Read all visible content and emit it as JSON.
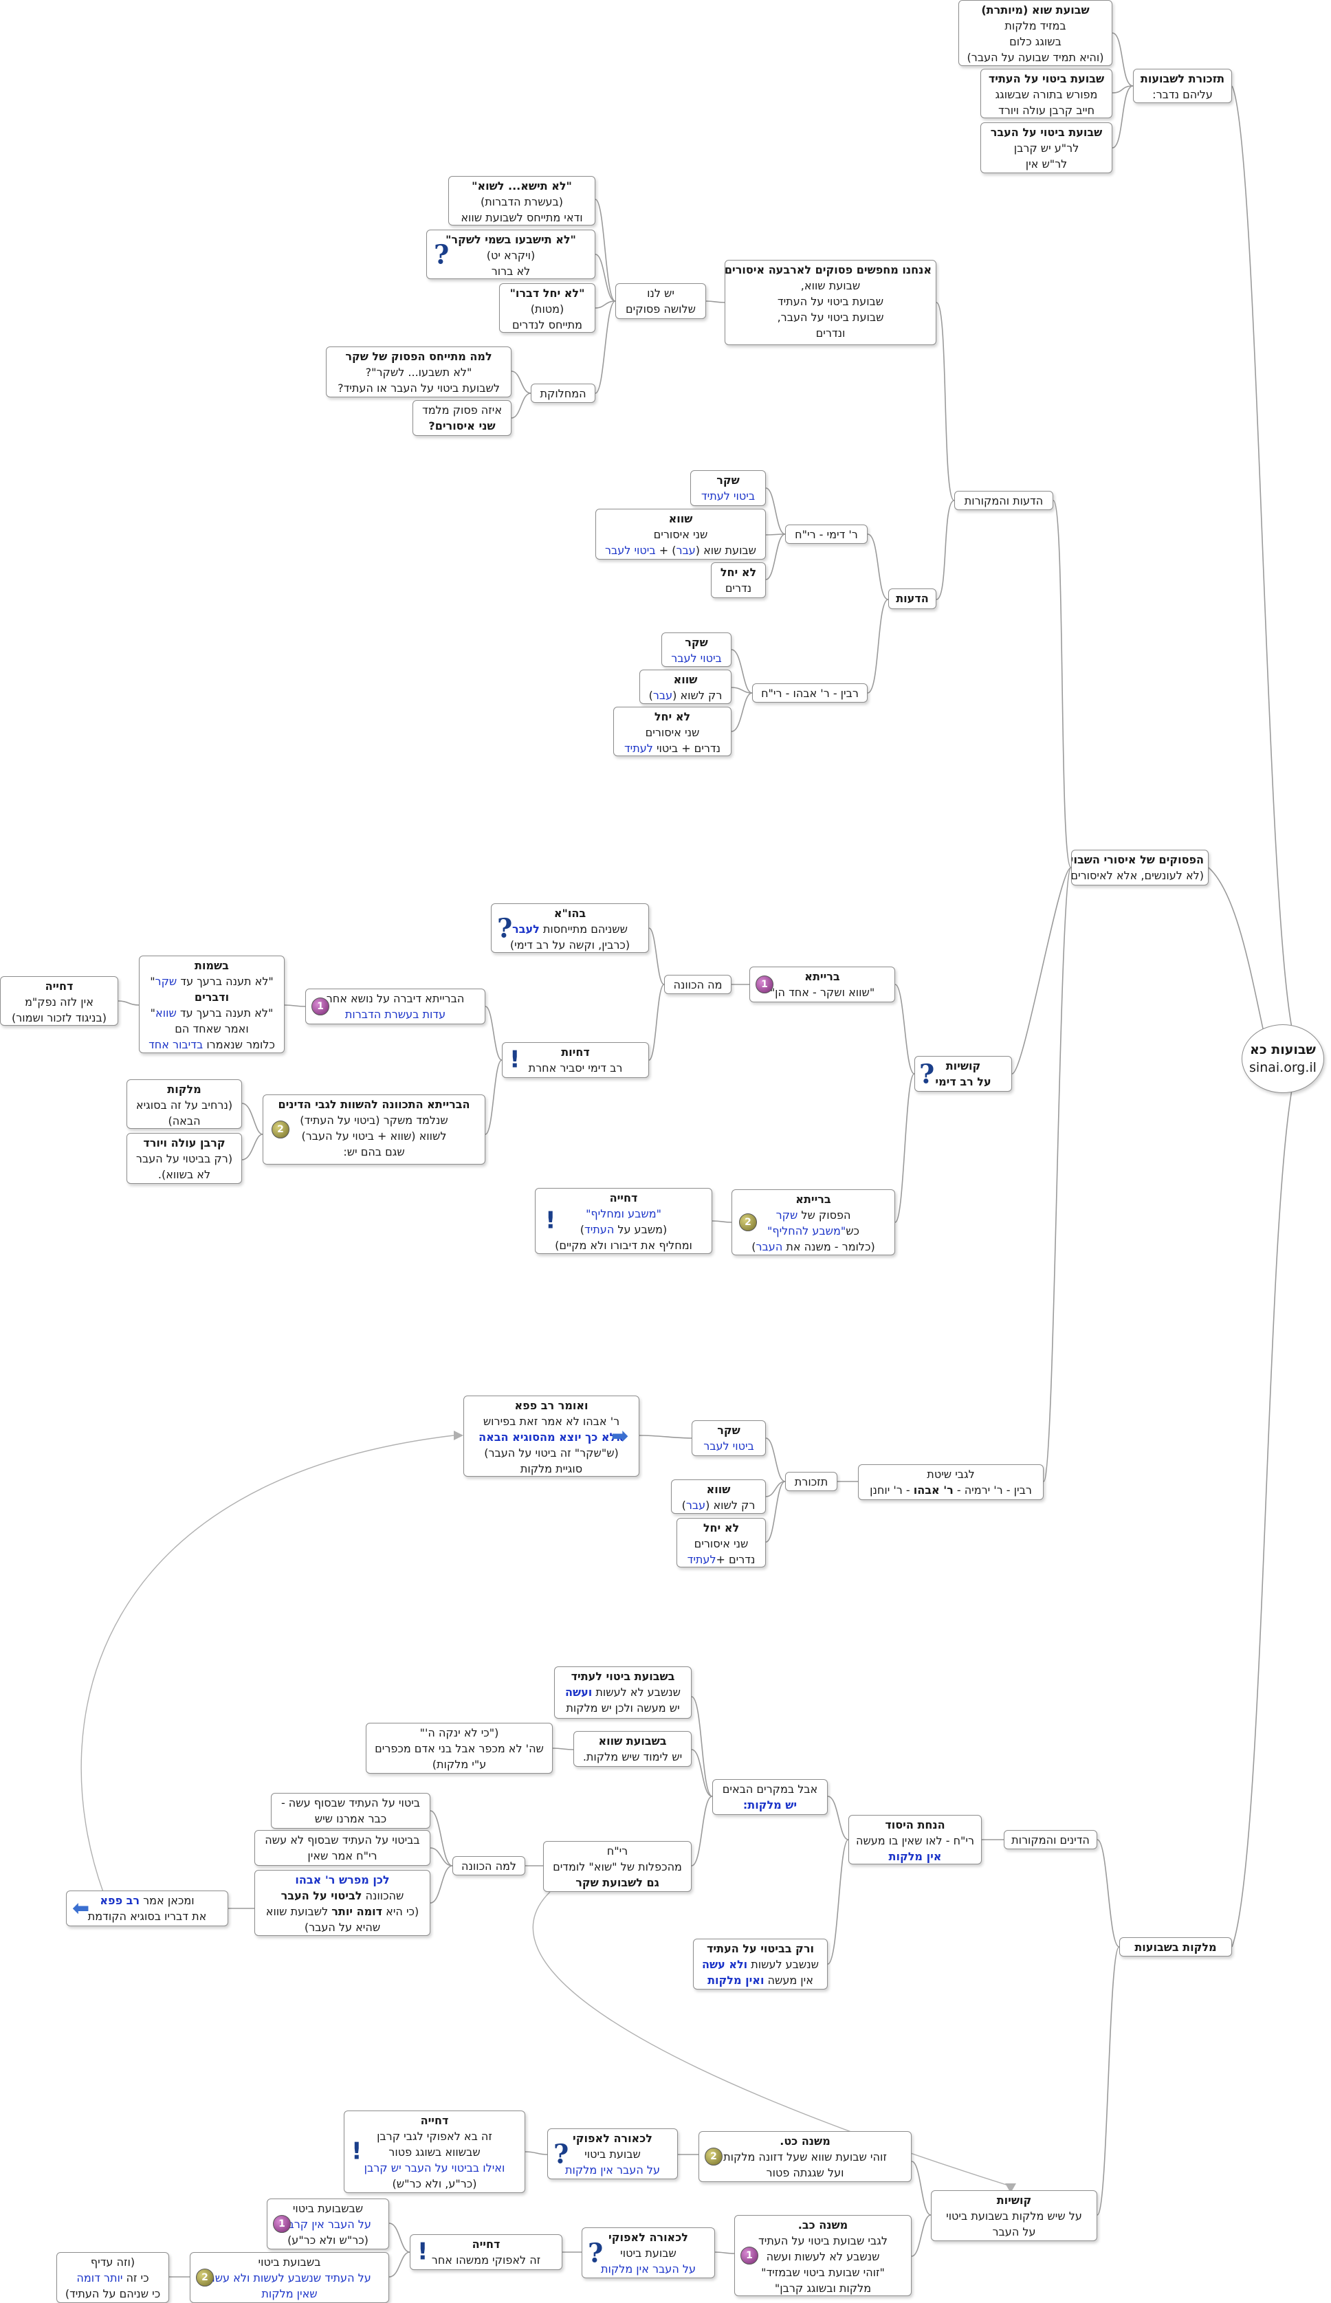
{
  "root": {
    "title": "שבועות כא",
    "site": "sinai.org.il"
  },
  "n1": {
    "title": "תזכורת לשבועות",
    "line1": "עליהם נדבר:"
  },
  "n2": {
    "title": "שבועת שוא (מיותרת)",
    "line1": "במזיד מלקות",
    "line2": "בשוגג כלום",
    "line3": "(והיא תמיד שבועה על העבר)"
  },
  "n3": {
    "title": "שבועת ביטוי על העתיד",
    "line1": "מפורש בתורה שבשוגג",
    "line2": "חייב קרבן עולה ויורד"
  },
  "n4": {
    "title": "שבועת ביטוי על העבר",
    "line1": "לר\"ע יש קרבן",
    "line2": "לר\"ש אין"
  },
  "n5": {
    "title": "הפסוקים של איסורי השבועות",
    "line1": "(לא לעונשים, אלא לאיסורים)"
  },
  "n6": {
    "title": "הדעות והמקורות"
  },
  "n7": {
    "title": "אנחנו מחפשים פסוקים לארבעה איסורים",
    "line1": "שבועת שווא,",
    "line2": "שבועת ביטוי על העתיד",
    "line3": "שבועת ביטוי על העבר,",
    "line4": "ונדרים"
  },
  "n8": {
    "title": "יש לנו",
    "line1": "שלושה פסוקים"
  },
  "n9": {
    "title": "\"לא תישא... לשוא\"",
    "line1": "(בעשרת הדברות)",
    "line2": "ודאי מתייחס לשבועת שווא"
  },
  "n10": {
    "title": "\"לא תישבעו בשמי לשקר\"",
    "line1": "(ויקרא יט)",
    "line2": "לא ברור"
  },
  "n11": {
    "title": "\"לא יחל דברו\"",
    "line1": "(מטות)",
    "line2": "מתייחס לנדרים"
  },
  "n12": {
    "title": "המחלוקת"
  },
  "n13": {
    "title": "למה מתייחס הפסוק של שקר",
    "line1": "\"לא תשבעו... לשקר\"?",
    "line2": "לשבועת ביטוי על העבר או העתיד?"
  },
  "n14": {
    "title": "איזה פסוק מלמד",
    "line1": "שני איסורים?"
  },
  "n15": {
    "title": "הדעות"
  },
  "n16": {
    "title": "ר' דימי - רי\"ח"
  },
  "n17": {
    "title": "שקר",
    "line1": "ביטוי לעתיד"
  },
  "n18": {
    "title": "שווא",
    "line1": "שני איסורים",
    "line2a": "שבועת שוא (",
    "line2b": "עבר",
    "line2c": ") + ",
    "line2d": "ביטוי לעבר"
  },
  "n19": {
    "title": "לא יחל",
    "line1": "נדרים"
  },
  "n20": {
    "title": "רבין - ר' אבהו - רי\"ח"
  },
  "n21": {
    "title": "שקר",
    "line1": "ביטוי לעבר"
  },
  "n22": {
    "title": "שווא",
    "line1a": "רק לשוא (",
    "line1b": "עבר",
    "line1c": ")"
  },
  "n23": {
    "title": "לא יחל",
    "line1": "שני איסורים",
    "line2a": "נדרים + ביטוי ",
    "line2b": "לעתיד"
  },
  "n24": {
    "title": "קושיות",
    "line1": "על רב דימי"
  },
  "n25": {
    "title": "ברייתא",
    "line1": "\"שווא ושקר - אחד הן\""
  },
  "n26": {
    "title": "מה הכוונה"
  },
  "n27": {
    "title": "בהו\"א",
    "line1a": "ששניהם מתייחסות ",
    "line1b": "לעבר",
    "line2": "(כרבין, וקשה על רב דימי)"
  },
  "n28": {
    "title": "דחיות",
    "line1": "רב דימי יסביר אחרת"
  },
  "n29": {
    "line1": "הברייתא דיברה על נושא אחר",
    "line2": "עדות בעשרת הדברות"
  },
  "n30": {
    "title": "בשמות",
    "line1a": "\"לא תענה ברעך עד ",
    "line1b": "שקר",
    "line1c": "\"",
    "line2": "ודברים",
    "line3a": "\"לא תענה ברעך עד ",
    "line3b": "שווא",
    "line3c": "\"",
    "line4": "ואמר שאחד הם",
    "line5a": "כלומר שנאמרו ",
    "line5b": "בדיבור אחד"
  },
  "n31": {
    "title": "דחייה",
    "line1": "אין לזה נפק\"מ",
    "line2": "(בניגוד לזכור ושמור)"
  },
  "n32": {
    "title": "הברייתא התכוונה להשוות לגבי הדינים",
    "line1": "שנלמד משקר (ביטוי על העתיד)",
    "line2": "לשווא (שווא + ביטוי על העבר)",
    "line3": "שגם בהם יש:"
  },
  "n33": {
    "title": "מלקות",
    "line1": "(נרחיב על זה בסוגיא",
    "line2": "הבאה)"
  },
  "n34": {
    "title": "קרבן עולה ויורד",
    "line1": "(רק בביטוי על העבר",
    "line2": "לא בשווא)."
  },
  "n35": {
    "title": "ברייתא",
    "line1a": "הפסוק של ",
    "line1b": "שקר",
    "line2a": "כש",
    "line2b": "\"משבע להחליף\"",
    "line3a": "(כלומר - משנה את ",
    "line3b": "העבר",
    "line3c": ")"
  },
  "n36": {
    "title": "דחייה",
    "line1": "\"משבע ומחליף\"",
    "line2a": "(משבע על ",
    "line2b": "העתיד",
    "line3": "ומחליף את דיבורו ולא מקיים)"
  },
  "n37": {
    "line1": "לגבי שיטת",
    "line2": "רבין - ר' ירמיה -",
    "line2b": "ר' אבהו",
    "line2c": "- ר' יוחנן"
  },
  "n38": {
    "title": "תזכורת"
  },
  "n39": {
    "title": "שקר",
    "line1": "ביטוי לעבר"
  },
  "n40": {
    "title": "שווא",
    "line1a": "רק לשוא (",
    "line1b": "עבר",
    "line1c": ")"
  },
  "n41": {
    "title": "לא יחל",
    "line1": "שני איסורים",
    "line2a": "נדרים +",
    "line2b": "לעתיד"
  },
  "n42": {
    "title": "ואומר רב פפא",
    "line1": "ר' אבהו לא אמר זאת בפירוש",
    "line2": "אלא כך יוצא מהסוגיא הבאה",
    "line3": "(ש\"שקר\" זה ביטוי על העבר)",
    "line4": "סוגיית מלקות"
  },
  "n43": {
    "title": "מלקות בשבועות"
  },
  "n44": {
    "title": "הדינים והמקורות"
  },
  "n45": {
    "title": "הנחת היסוד",
    "line1": "רי\"ח - לאו שאין בו מעשה",
    "line2": "אין מלקות"
  },
  "n46": {
    "line1": "אבל במקרים הבאים",
    "line2": "יש מלקות:"
  },
  "n47": {
    "title": "בשבועת ביטוי לעתיד",
    "line1a": "שנשבע לא לעשות ",
    "line1b": "ועשה",
    "line2": "יש מעשה ולכן יש מלקות"
  },
  "n48": {
    "title": "בשבועת שווא",
    "line1": "יש לימוד שיש מלקות."
  },
  "n49": {
    "line1": "(\"כי לא ינקה ה'\"",
    "line2": "שה' לא מכפר אבל בני אדם מכפרים",
    "line3": "ע\"י מלקות)"
  },
  "n50": {
    "title": "ורק בביטוי על העתיד",
    "line1a": "שנשבע לעשות ",
    "line1b": "ולא עשה",
    "line2a": "אין מעשה ",
    "line2b": "ואין מלקות"
  },
  "n51": {
    "title": "רי\"ח",
    "line1": "מהכפלות של \"שוא\" לומדים",
    "line2": "גם לשבועת שקר"
  },
  "n52": {
    "title": "למה הכוונה"
  },
  "n53": {
    "line1": "ביטוי על העתיד שבסוף עשה -",
    "line2": "כבר אמרנו שיש"
  },
  "n54": {
    "line1": "בביטוי על העתיד שבסוף לא עשה",
    "line2": "רי\"ח אמר שאין"
  },
  "n55": {
    "title": "לכן מפרש ר' אבהו",
    "line1a": "שהכוונה ",
    "line1b": "לביטוי על העבר",
    "line2a": "(כי היא ",
    "line2b": "דומה יותר",
    "line2c": " לשבועת שווא",
    "line3": "שהיא על העבר)"
  },
  "n56": {
    "line1a": "ומכאן אמר ",
    "line1b": "רב פפא",
    "line2": "את דבריו בסוגיא הקודמת"
  },
  "n57": {
    "title": "קושיות",
    "line1": "על שיש מלקות בשבועת ביטוי",
    "line2": "על העבר"
  },
  "n58": {
    "title": "משנה כט.",
    "line1": "זוהי שבועת שווא שעל דזונה מלקות",
    "line2": "ועל שגגתה פטור"
  },
  "n59": {
    "title": "לכאורה לאפוקי",
    "line1": "שבועת ביטוי",
    "line2": "על העבר אין מלקות"
  },
  "n60": {
    "title": "דחייה",
    "line1": "זה בא לאפוקי לגבי קרבן",
    "line2": "שבשווא בשוגג פטור",
    "line3": "ואילו בביטוי על העבר יש קרבן",
    "line4": "(כר\"ע, ולא כר\"ש)"
  },
  "n61": {
    "title": "משנה כב.",
    "line1": "לגבי שבועת ביטוי על העתיד",
    "line2": "שנשבע לא לעשות ועשה",
    "line3": "\"זוהי שבועת ביטוי שבמזיד\"",
    "line4": "מלקות ובשוגג קרבן\""
  },
  "n62": {
    "title": "לכאורה לאפוקי",
    "line1": "שבועת ביטוי",
    "line2": "על העבר אין מלקות"
  },
  "n63": {
    "title": "דחייה",
    "line1": "זה לאפוקי ממשהו אחר"
  },
  "n64": {
    "line1": "שבשבועת ביטוי",
    "line2": "על העבר אין קרבן",
    "line3": "(כר\"ש ולא כר\"ע)"
  },
  "n65": {
    "line1": "בשבועת ביטוי",
    "line2": "על העתיד שנשבע לעשות ולא עשה",
    "line3": "שאין מלקות"
  },
  "n66": {
    "line1": "(וזה עדיף",
    "line2a": "כי זה ",
    "line2b": "יותר דומה",
    "line3": "כי שניהם על העתיד)"
  }
}
